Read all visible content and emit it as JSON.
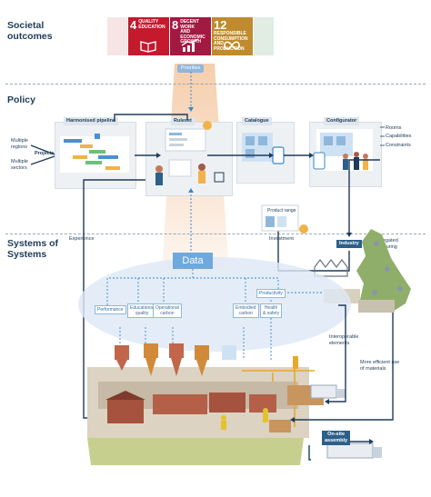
{
  "sections": {
    "societal": "Societal\noutcomes",
    "policy": "Policy",
    "systems": "Systems of\nSystems"
  },
  "sdgs": [
    {
      "num": "4",
      "text": "QUALITY EDUCATION",
      "color": "#c5192d",
      "icon": "book-icon"
    },
    {
      "num": "8",
      "text": "DECENT WORK AND ECONOMIC GROWTH",
      "color": "#a21942",
      "icon": "growth-chart-icon"
    },
    {
      "num": "12",
      "text": "RESPONSIBLE CONSUMPTION AND PRODUCTION",
      "color": "#bf8b2e",
      "icon": "infinity-icon"
    }
  ],
  "labels": {
    "priorities": "Priorities",
    "harmonised_pipeline": "Harmonised pipeline",
    "rulesets": "Ruleset",
    "catalogue": "Catalogue",
    "configurator": "Configurator",
    "multiple_regions": "Multiple\nregions",
    "multiple_sectors": "Multiple\nsectors",
    "projects": "Projects",
    "rooms": "Rooms",
    "capabilities": "Capabilities",
    "constraints": "Constraints",
    "product_range": "Product range",
    "investment": "Investment",
    "experience": "Experience",
    "industry": "Industry",
    "disaggregated": "Disaggregated\nmanufacturing\nbase",
    "data": "Data",
    "performance": "Performance",
    "educational_quality": "Educational\nquality",
    "operational_carbon": "Operational\ncarbon",
    "embodied_carbon": "Embodied\ncarbon",
    "health_safety": "Health\n& safety",
    "productivity": "Productivity",
    "interoperable": "Interoperable\nelements",
    "efficient_materials": "More efficient use\nof materials",
    "onsite_assembly": "On-site\nassembly"
  },
  "colors": {
    "navy": "#1f3b5a",
    "accent_blue": "#3a86c8",
    "light_blue": "#8fb7dc",
    "beam": "#f6d9bf",
    "panel_grey": "#eef1f4"
  }
}
